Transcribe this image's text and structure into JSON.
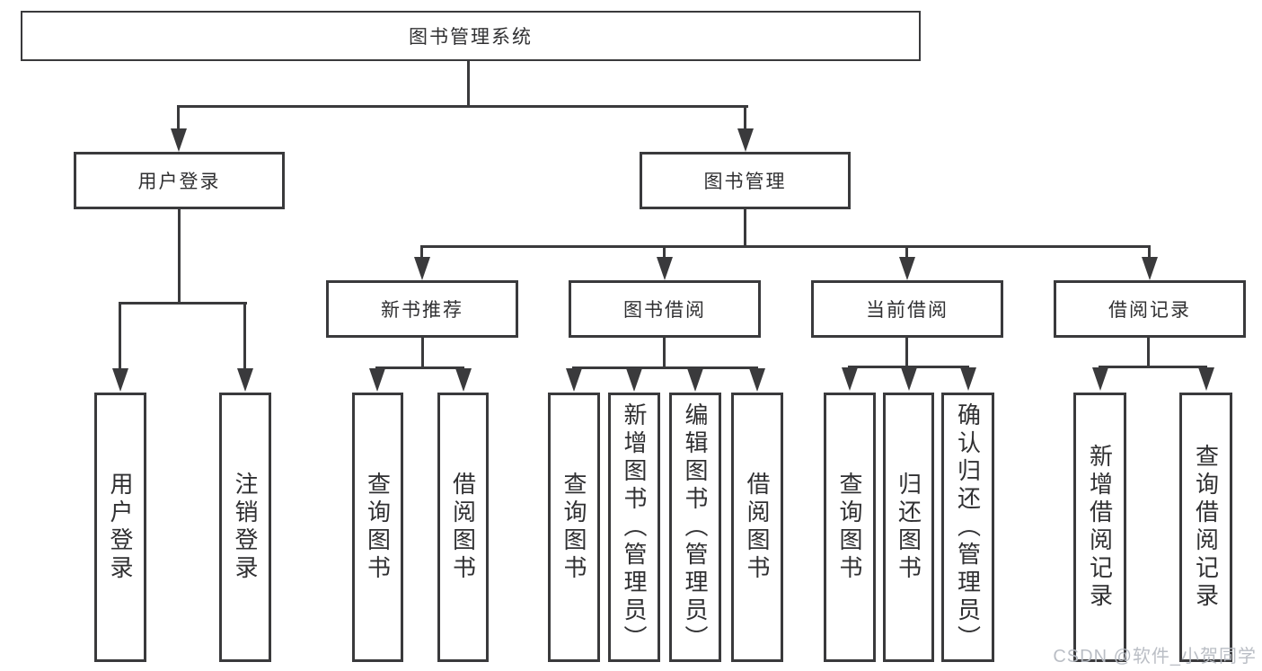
{
  "diagram_title": "图书管理系统",
  "nodes": {
    "root": "图书管理系统",
    "user_login": "用户登录",
    "book_mgmt": "图书管理",
    "new_book_rec": "新书推荐",
    "book_borrow": "图书借阅",
    "current_borrow": "当前借阅",
    "borrow_records": "借阅记录",
    "leaf_user_login": "用户登录",
    "leaf_logout": "注销登录",
    "leaf_query_book_1": "查询图书",
    "leaf_borrow_book_1": "借阅图书",
    "leaf_query_book_2": "查询图书",
    "leaf_add_book": "新增图书（管理员）",
    "leaf_edit_book": "编辑图书（管理员）",
    "leaf_borrow_book_2": "借阅图书",
    "leaf_query_book_3": "查询图书",
    "leaf_return_book": "归还图书",
    "leaf_confirm_return": "确认归还（管理员）",
    "leaf_add_record": "新增借阅记录",
    "leaf_query_record": "查询借阅记录"
  },
  "hierarchy": {
    "图书管理系统": {
      "用户登录": [
        "用户登录",
        "注销登录"
      ],
      "图书管理": {
        "新书推荐": [
          "查询图书",
          "借阅图书"
        ],
        "图书借阅": [
          "查询图书",
          "新增图书（管理员）",
          "编辑图书（管理员）",
          "借阅图书"
        ],
        "当前借阅": [
          "查询图书",
          "归还图书",
          "确认归还（管理员）"
        ],
        "借阅记录": [
          "新增借阅记录",
          "查询借阅记录"
        ]
      }
    }
  },
  "watermark": "CSDN @软件_小贺同学",
  "colors": {
    "line": "#3a3a3c",
    "text": "#303032",
    "watermark": "#b7bbc2",
    "background": "#ffffff"
  }
}
